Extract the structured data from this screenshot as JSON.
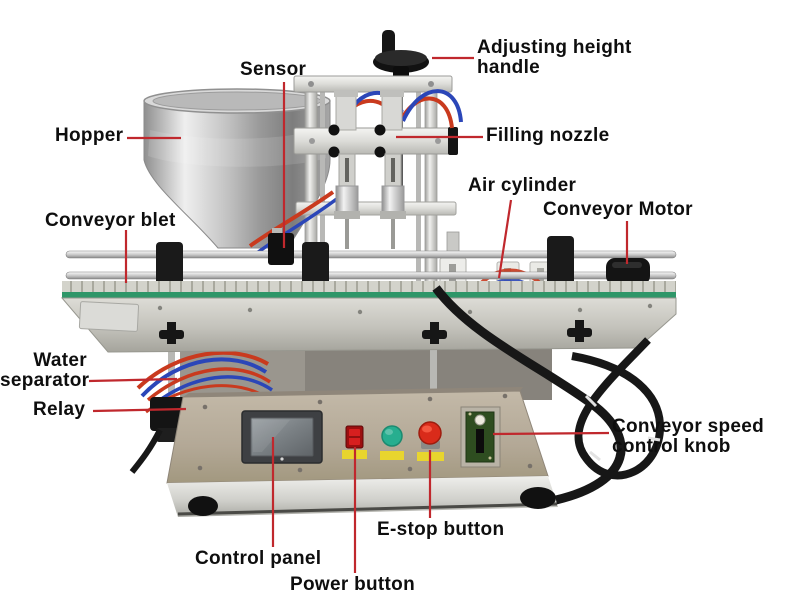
{
  "diagram": {
    "title": "Desktop automatic liquid filling machine - labeled parts diagram",
    "background_color": "#ffffff",
    "colors": {
      "leader_line": "#c0282d",
      "label_text": "#0e0e0e",
      "belt_green": "#2e9668",
      "base_beige": "#b7ac9b",
      "stainless": "#c9c9c4",
      "tube_red": "#c93a1e",
      "tube_blue": "#2b46b8",
      "estop_red": "#d92b1a",
      "start_button_teal": "#27ae8f",
      "power_switch_red": "#c41414",
      "sticker_yellow": "#e8d52e",
      "pcb_green": "#2e4d20"
    },
    "labels": [
      {
        "id": "adjusting-height-handle",
        "text": "Adjusting height\nhandle"
      },
      {
        "id": "sensor",
        "text": "Sensor"
      },
      {
        "id": "hopper",
        "text": "Hopper"
      },
      {
        "id": "filling-nozzle",
        "text": "Filling nozzle"
      },
      {
        "id": "air-cylinder",
        "text": "Air cylinder"
      },
      {
        "id": "conveyor-motor",
        "text": "Conveyor Motor"
      },
      {
        "id": "conveyor-belt",
        "text": "Conveyor blet"
      },
      {
        "id": "water-separator",
        "text": "Water\nseparator"
      },
      {
        "id": "relay",
        "text": "Relay"
      },
      {
        "id": "conveyor-speed-control-knob",
        "text": "Conveyor speed\ncontrol knob"
      },
      {
        "id": "control-panel",
        "text": "Control panel"
      },
      {
        "id": "e-stop-button",
        "text": "E-stop button"
      },
      {
        "id": "power-button",
        "text": "Power button"
      }
    ]
  }
}
